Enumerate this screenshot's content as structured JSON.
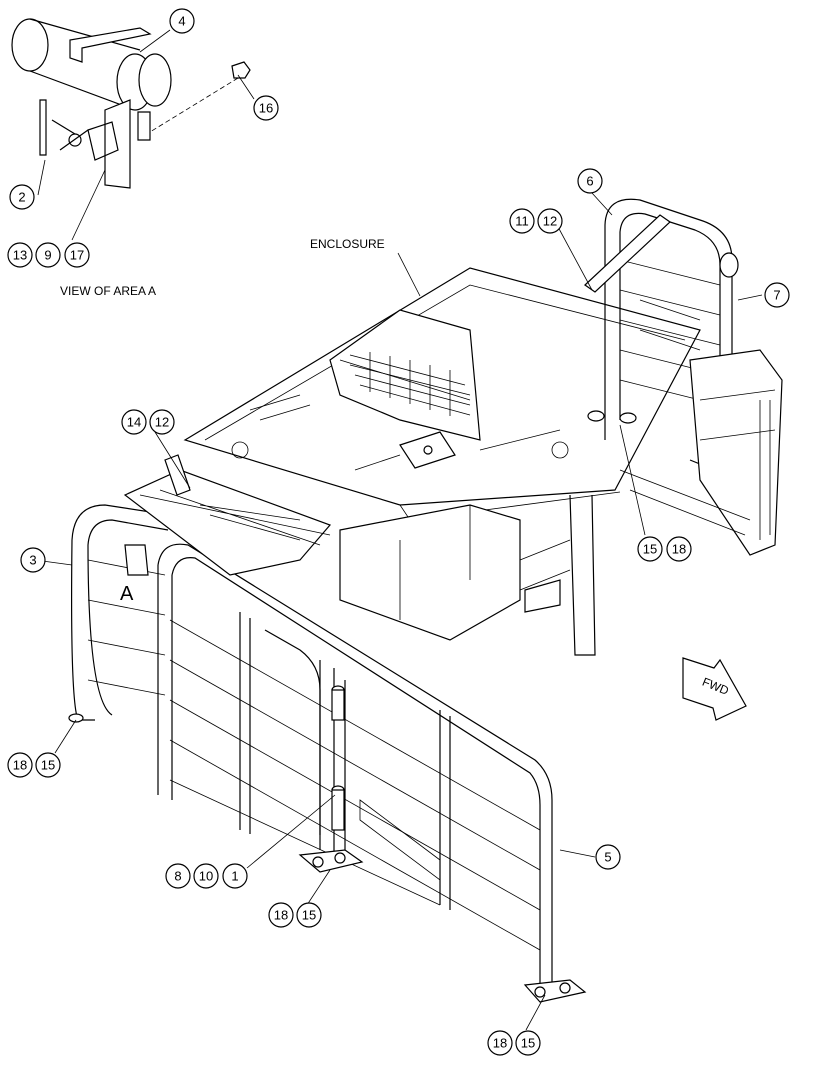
{
  "labels": {
    "enclosure": "ENCLOSURE",
    "view_of_area": "VIEW OF AREA A",
    "area_marker": "A",
    "fwd": "FWD"
  },
  "callouts": [
    {
      "id": "c4",
      "text": "4"
    },
    {
      "id": "c16",
      "text": "16"
    },
    {
      "id": "c2",
      "text": "2"
    },
    {
      "id": "c13",
      "text": "13"
    },
    {
      "id": "c9",
      "text": "9"
    },
    {
      "id": "c17",
      "text": "17"
    },
    {
      "id": "c6",
      "text": "6"
    },
    {
      "id": "c11",
      "text": "11"
    },
    {
      "id": "c12a",
      "text": "12"
    },
    {
      "id": "c7",
      "text": "7"
    },
    {
      "id": "c14",
      "text": "14"
    },
    {
      "id": "c12b",
      "text": "12"
    },
    {
      "id": "c15a",
      "text": "15"
    },
    {
      "id": "c18a",
      "text": "18"
    },
    {
      "id": "c3",
      "text": "3"
    },
    {
      "id": "c18b",
      "text": "18"
    },
    {
      "id": "c15b",
      "text": "15"
    },
    {
      "id": "c5",
      "text": "5"
    },
    {
      "id": "c8",
      "text": "8"
    },
    {
      "id": "c10",
      "text": "10"
    },
    {
      "id": "c1",
      "text": "1"
    },
    {
      "id": "c18c",
      "text": "18"
    },
    {
      "id": "c15c",
      "text": "15"
    },
    {
      "id": "c18d",
      "text": "18"
    },
    {
      "id": "c15d",
      "text": "15"
    }
  ]
}
